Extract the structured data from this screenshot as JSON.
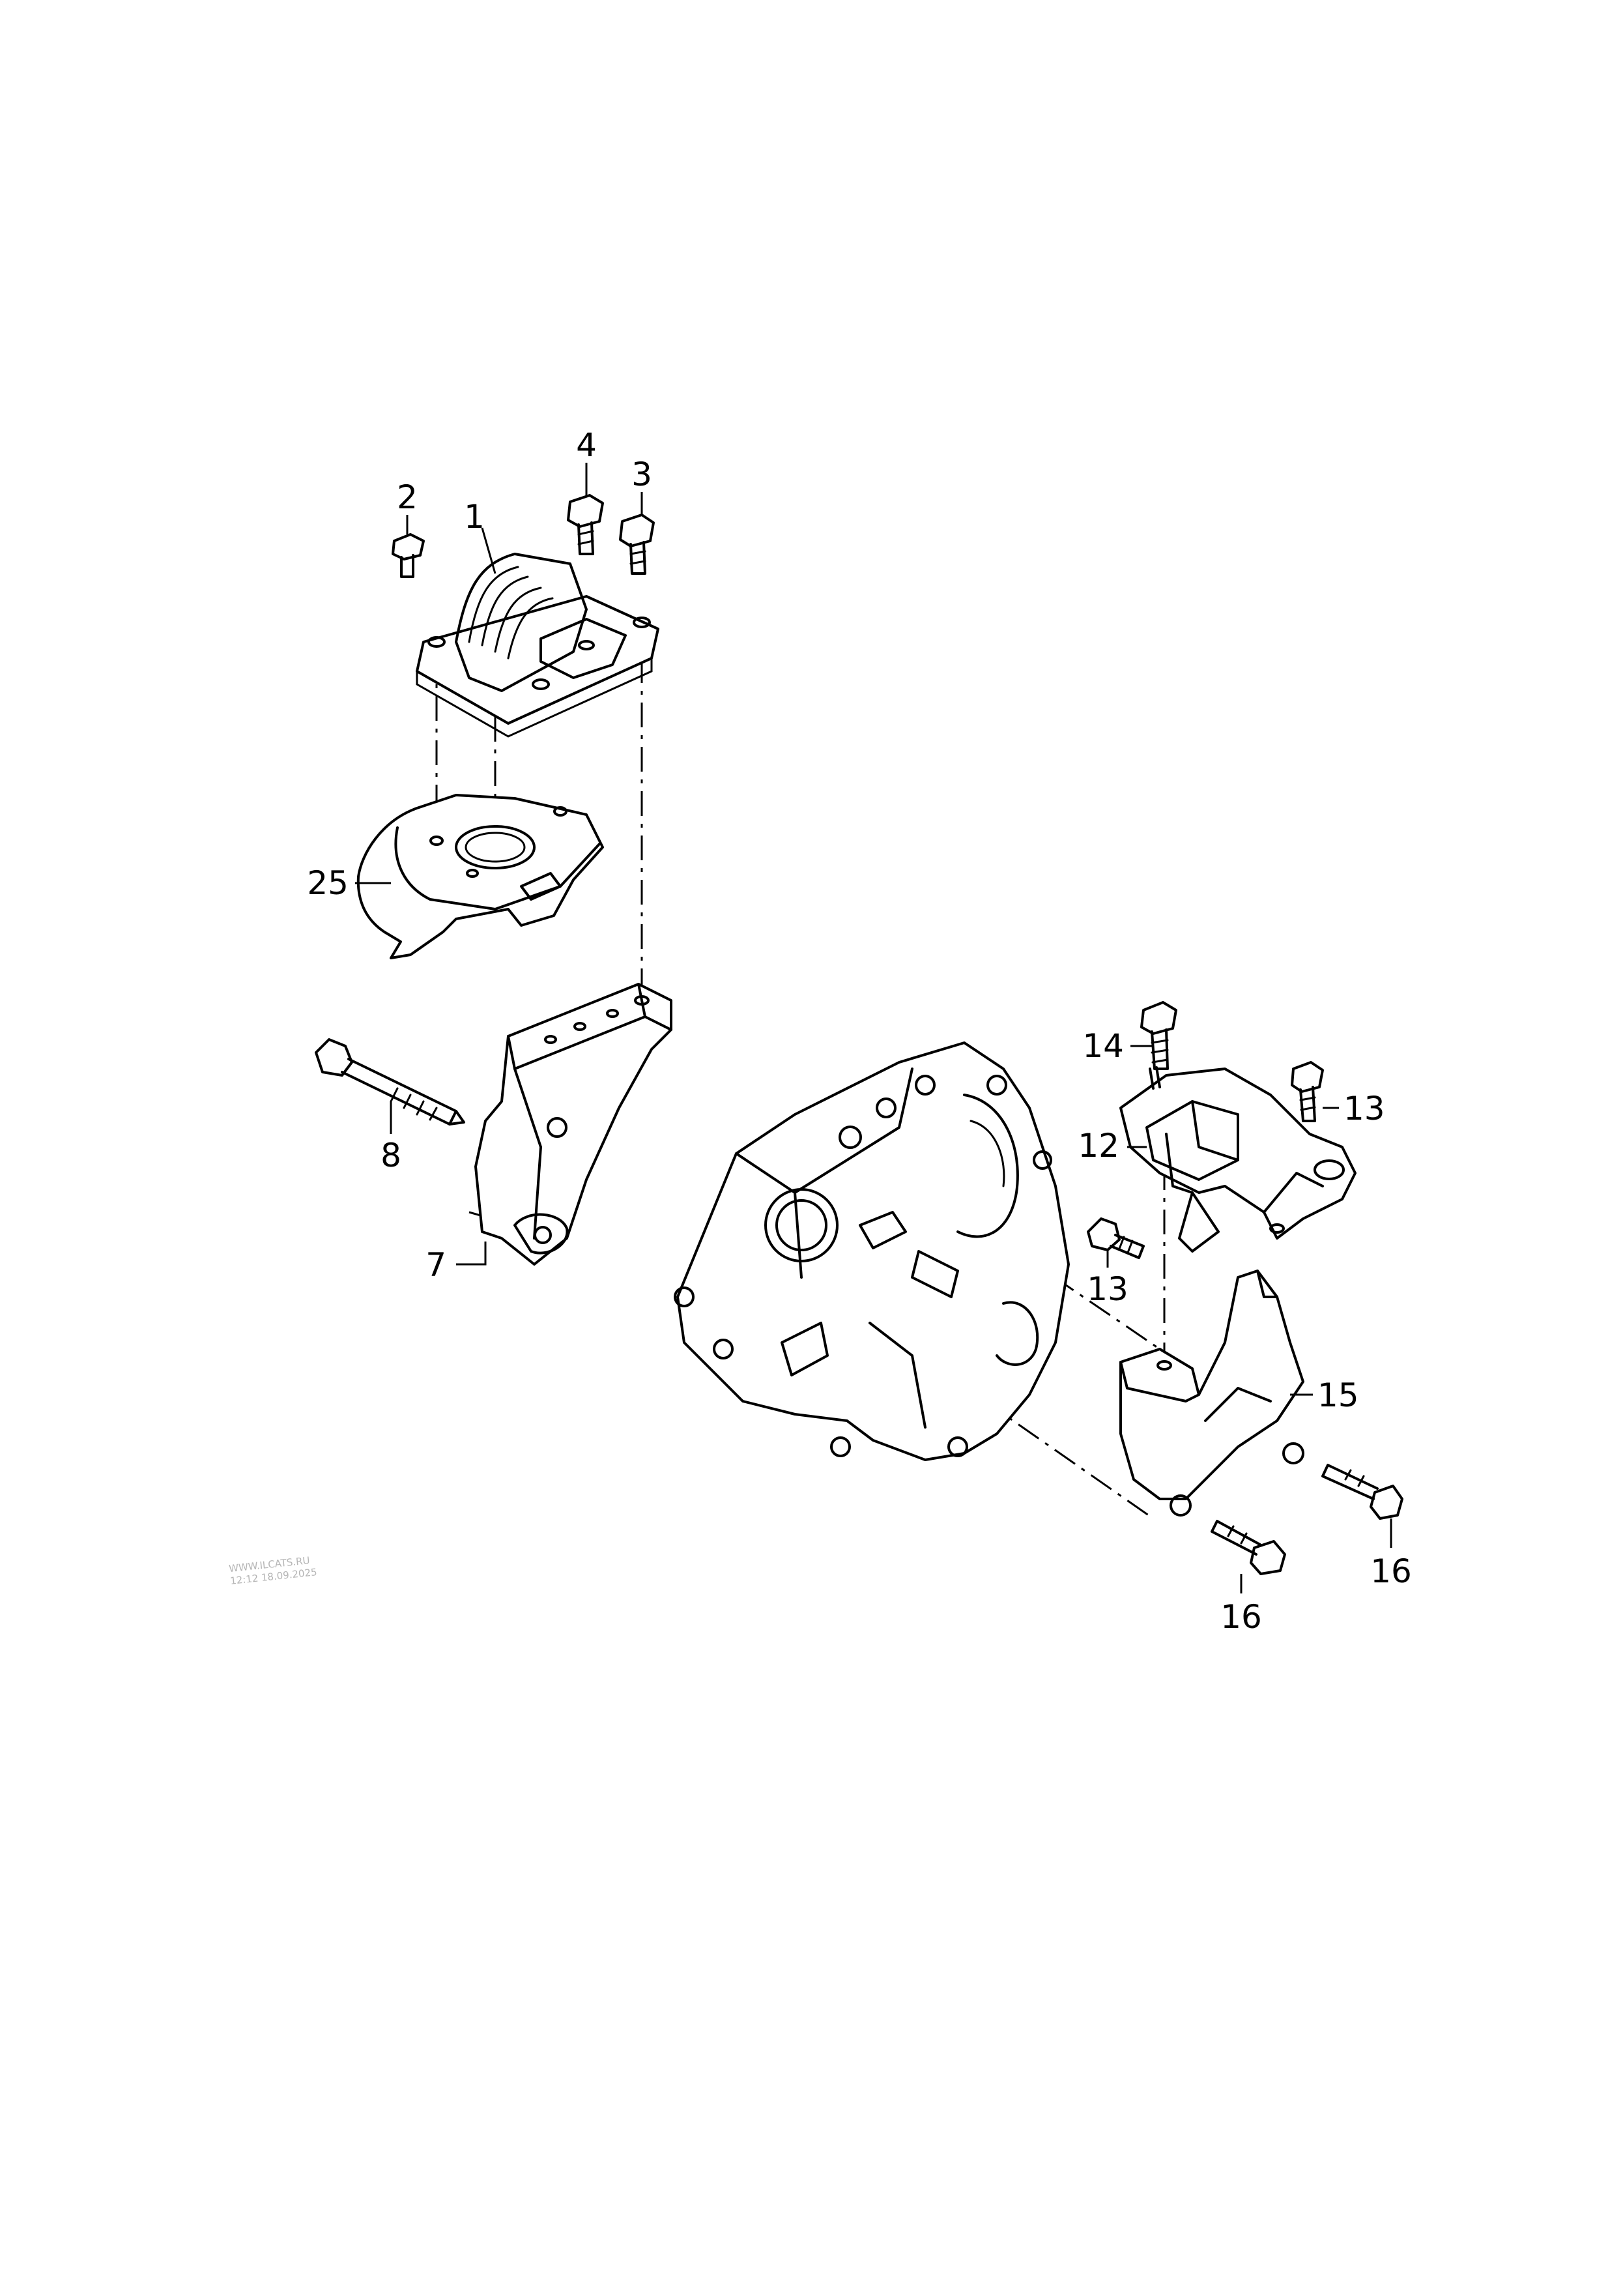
{
  "callouts": [
    {
      "id": "c1",
      "label": "1"
    },
    {
      "id": "c2",
      "label": "2"
    },
    {
      "id": "c3",
      "label": "3"
    },
    {
      "id": "c4",
      "label": "4"
    },
    {
      "id": "c7",
      "label": "7"
    },
    {
      "id": "c8",
      "label": "8"
    },
    {
      "id": "c12",
      "label": "12"
    },
    {
      "id": "c13a",
      "label": "13"
    },
    {
      "id": "c13b",
      "label": "13"
    },
    {
      "id": "c14",
      "label": "14"
    },
    {
      "id": "c15",
      "label": "15"
    },
    {
      "id": "c16a",
      "label": "16"
    },
    {
      "id": "c16b",
      "label": "16"
    },
    {
      "id": "c25",
      "label": "25"
    }
  ],
  "watermark": {
    "line1": "WWW.ILCATS.RU",
    "line2": "12:12 18.09.2025"
  }
}
